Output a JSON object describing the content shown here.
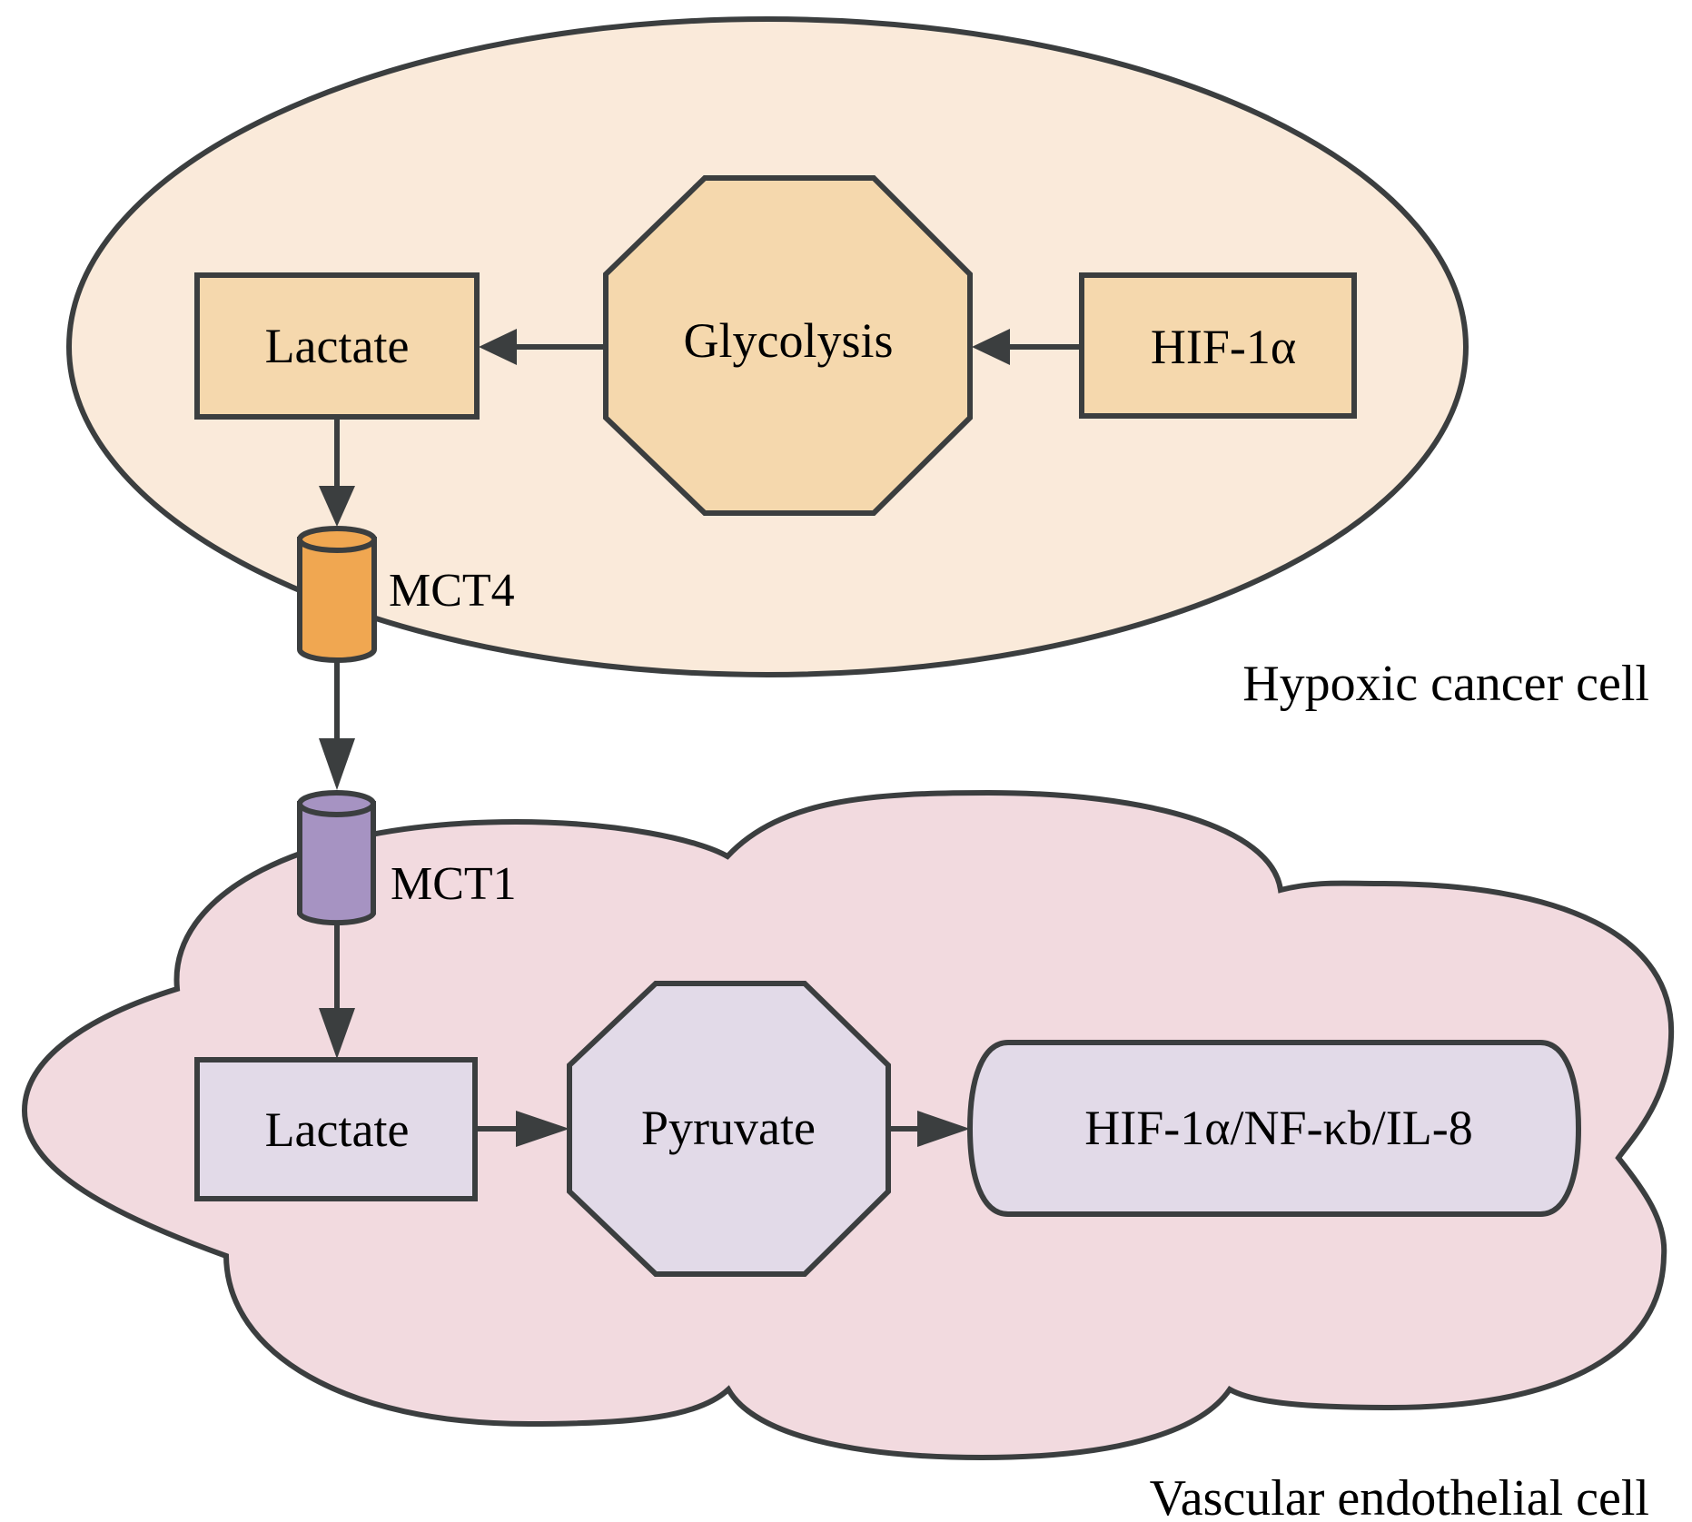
{
  "diagram": {
    "type": "pathway",
    "colors": {
      "stroke": "#3b3e3f",
      "cancer_cell_fill": "#faeada",
      "cancer_node_fill": "#f5d8ad",
      "mct4_fill": "#f0a751",
      "endothelial_cell_fill": "#f2dadf",
      "endothelial_node_fill": "#e2dae8",
      "mct1_fill": "#a693c2"
    },
    "compartments": [
      {
        "id": "cancer",
        "label": "Hypoxic cancer cell",
        "shape": "ellipse"
      },
      {
        "id": "endothelial",
        "label": "Vascular endothelial cell",
        "shape": "cloud"
      }
    ],
    "nodes": [
      {
        "id": "hif1a",
        "label": "HIF-1α",
        "shape": "box",
        "compartment": "cancer"
      },
      {
        "id": "glycolysis",
        "label": "Glycolysis",
        "shape": "octagon",
        "compartment": "cancer"
      },
      {
        "id": "lactate_cancer",
        "label": "Lactate",
        "shape": "box",
        "compartment": "cancer"
      },
      {
        "id": "mct4",
        "label": "MCT4",
        "shape": "cylinder",
        "compartment": "cancer-membrane"
      },
      {
        "id": "mct1",
        "label": "MCT1",
        "shape": "cylinder",
        "compartment": "endothelial-membrane"
      },
      {
        "id": "lactate_endo",
        "label": "Lactate",
        "shape": "box",
        "compartment": "endothelial"
      },
      {
        "id": "pyruvate",
        "label": "Pyruvate",
        "shape": "octagon",
        "compartment": "endothelial"
      },
      {
        "id": "signaling",
        "label": "HIF-1α/NF-κb/IL-8",
        "shape": "rounded",
        "compartment": "endothelial"
      }
    ],
    "edges": [
      {
        "from": "hif1a",
        "to": "glycolysis"
      },
      {
        "from": "glycolysis",
        "to": "lactate_cancer"
      },
      {
        "from": "lactate_cancer",
        "to": "mct4"
      },
      {
        "from": "mct4",
        "to": "mct1"
      },
      {
        "from": "mct1",
        "to": "lactate_endo"
      },
      {
        "from": "lactate_endo",
        "to": "pyruvate"
      },
      {
        "from": "pyruvate",
        "to": "signaling"
      }
    ]
  }
}
